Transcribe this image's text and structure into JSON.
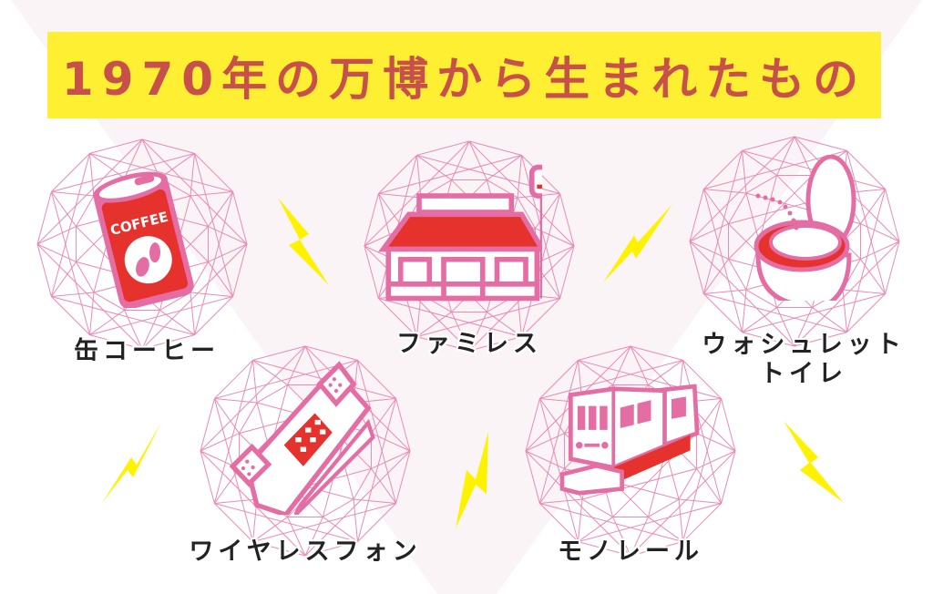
{
  "title": "1970年の万博から生まれたもの",
  "colors": {
    "title_bg": "#FFEF33",
    "title_text": "#C8504A",
    "pink": "#E46DA4",
    "red": "#E5322D",
    "bolt": "#FFF200",
    "geo_line": "#E98AB5",
    "bg_triangle": "#FBF4F7"
  },
  "items": [
    {
      "label": "缶コーヒー",
      "icon": "coffee-can-icon",
      "can_text": "COFFEE"
    },
    {
      "label": "ファミレス",
      "icon": "family-restaurant-icon"
    },
    {
      "label_line1": "ウォシュレット",
      "label_line2": "トイレ",
      "icon": "washlet-toilet-icon"
    },
    {
      "label": "ワイヤレスフォン",
      "icon": "wireless-phone-icon"
    },
    {
      "label": "モノレール",
      "icon": "monorail-icon"
    }
  ]
}
